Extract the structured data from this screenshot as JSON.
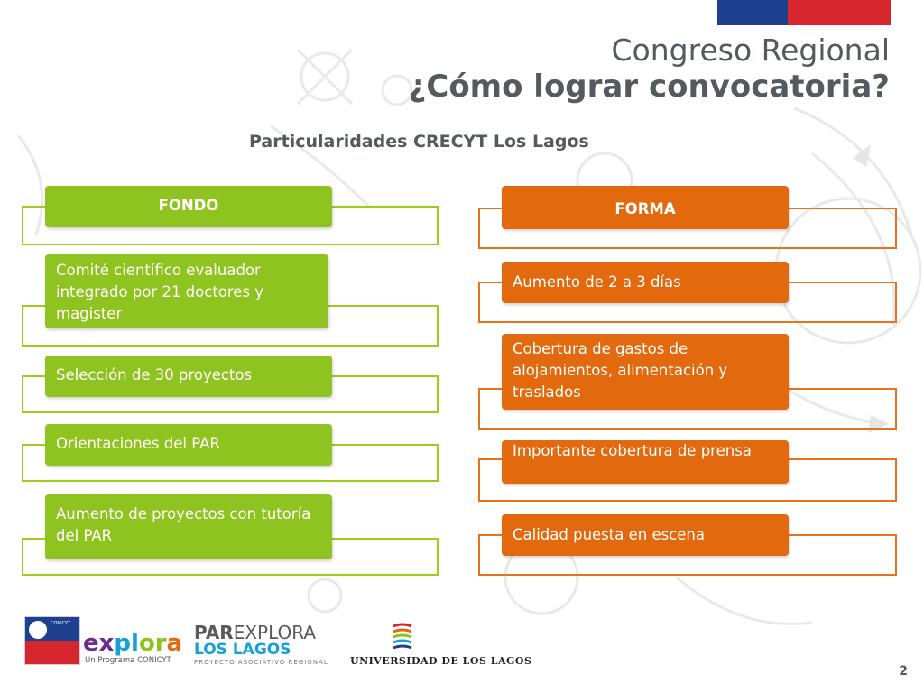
{
  "header": {
    "title_line1": "Congreso Regional",
    "title_line2": "¿Cómo lograr convocatoria?",
    "subtitle": "Particularidades CRECYT Los Lagos"
  },
  "fondo": {
    "heading": "FONDO",
    "items": [
      "Comité científico evaluador integrado por 21 doctores y magister",
      "Selección de 30 proyectos",
      "Orientaciones del PAR",
      "Aumento de proyectos con tutoría del PAR"
    ]
  },
  "forma": {
    "heading": "FORMA",
    "items": [
      "Aumento de 2 a 3 días",
      "Cobertura de gastos de alojamientos, alimentación y traslados",
      "Importante cobertura de prensa",
      "Calidad puesta en escena"
    ]
  },
  "footer": {
    "conicyt_label": "CONICYT",
    "explora_logo": {
      "ex": "ex",
      "pl": "pl",
      "or": "or",
      "a": "a"
    },
    "explora_sub": "Un Programa CONICYT",
    "par_logo_a": "PAR",
    "par_logo_b": "EXPLORA",
    "par_logo_c": "LOS LAGOS",
    "par_logo_d": "PROYECTO ASOCIATIVO REGIONAL",
    "ulagos": "UNIVERSIDAD DE LOS LAGOS",
    "page_number": "2"
  },
  "colors": {
    "green": "#8fc31f",
    "orange": "#e2690e",
    "flag_blue": "#1f3f8f",
    "flag_red": "#d7262e",
    "title_gray": "#555a5f"
  }
}
